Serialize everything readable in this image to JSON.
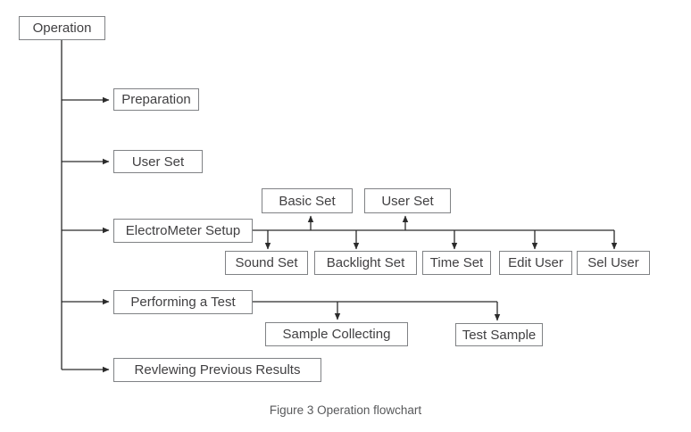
{
  "caption": "Figure 3 Operation flowchart",
  "flowchart": {
    "root": "Operation",
    "level1": [
      "Preparation",
      "User Set",
      "ElectroMeter Setup",
      "Performing a Test",
      "Revlewing Previous Results"
    ],
    "electrometer_setup": {
      "above_line": [
        "Basic Set",
        "User Set"
      ],
      "below_line": [
        "Sound Set",
        "Backlight Set",
        "Time Set",
        "Edit User",
        "Sel User"
      ]
    },
    "performing_a_test": [
      "Sample Collecting",
      "Test Sample"
    ]
  },
  "colors": {
    "background": "#ffffff",
    "box_border": "#808285",
    "box_text": "#414042",
    "connector": "#2b2b2b",
    "caption_text": "#58595b"
  }
}
